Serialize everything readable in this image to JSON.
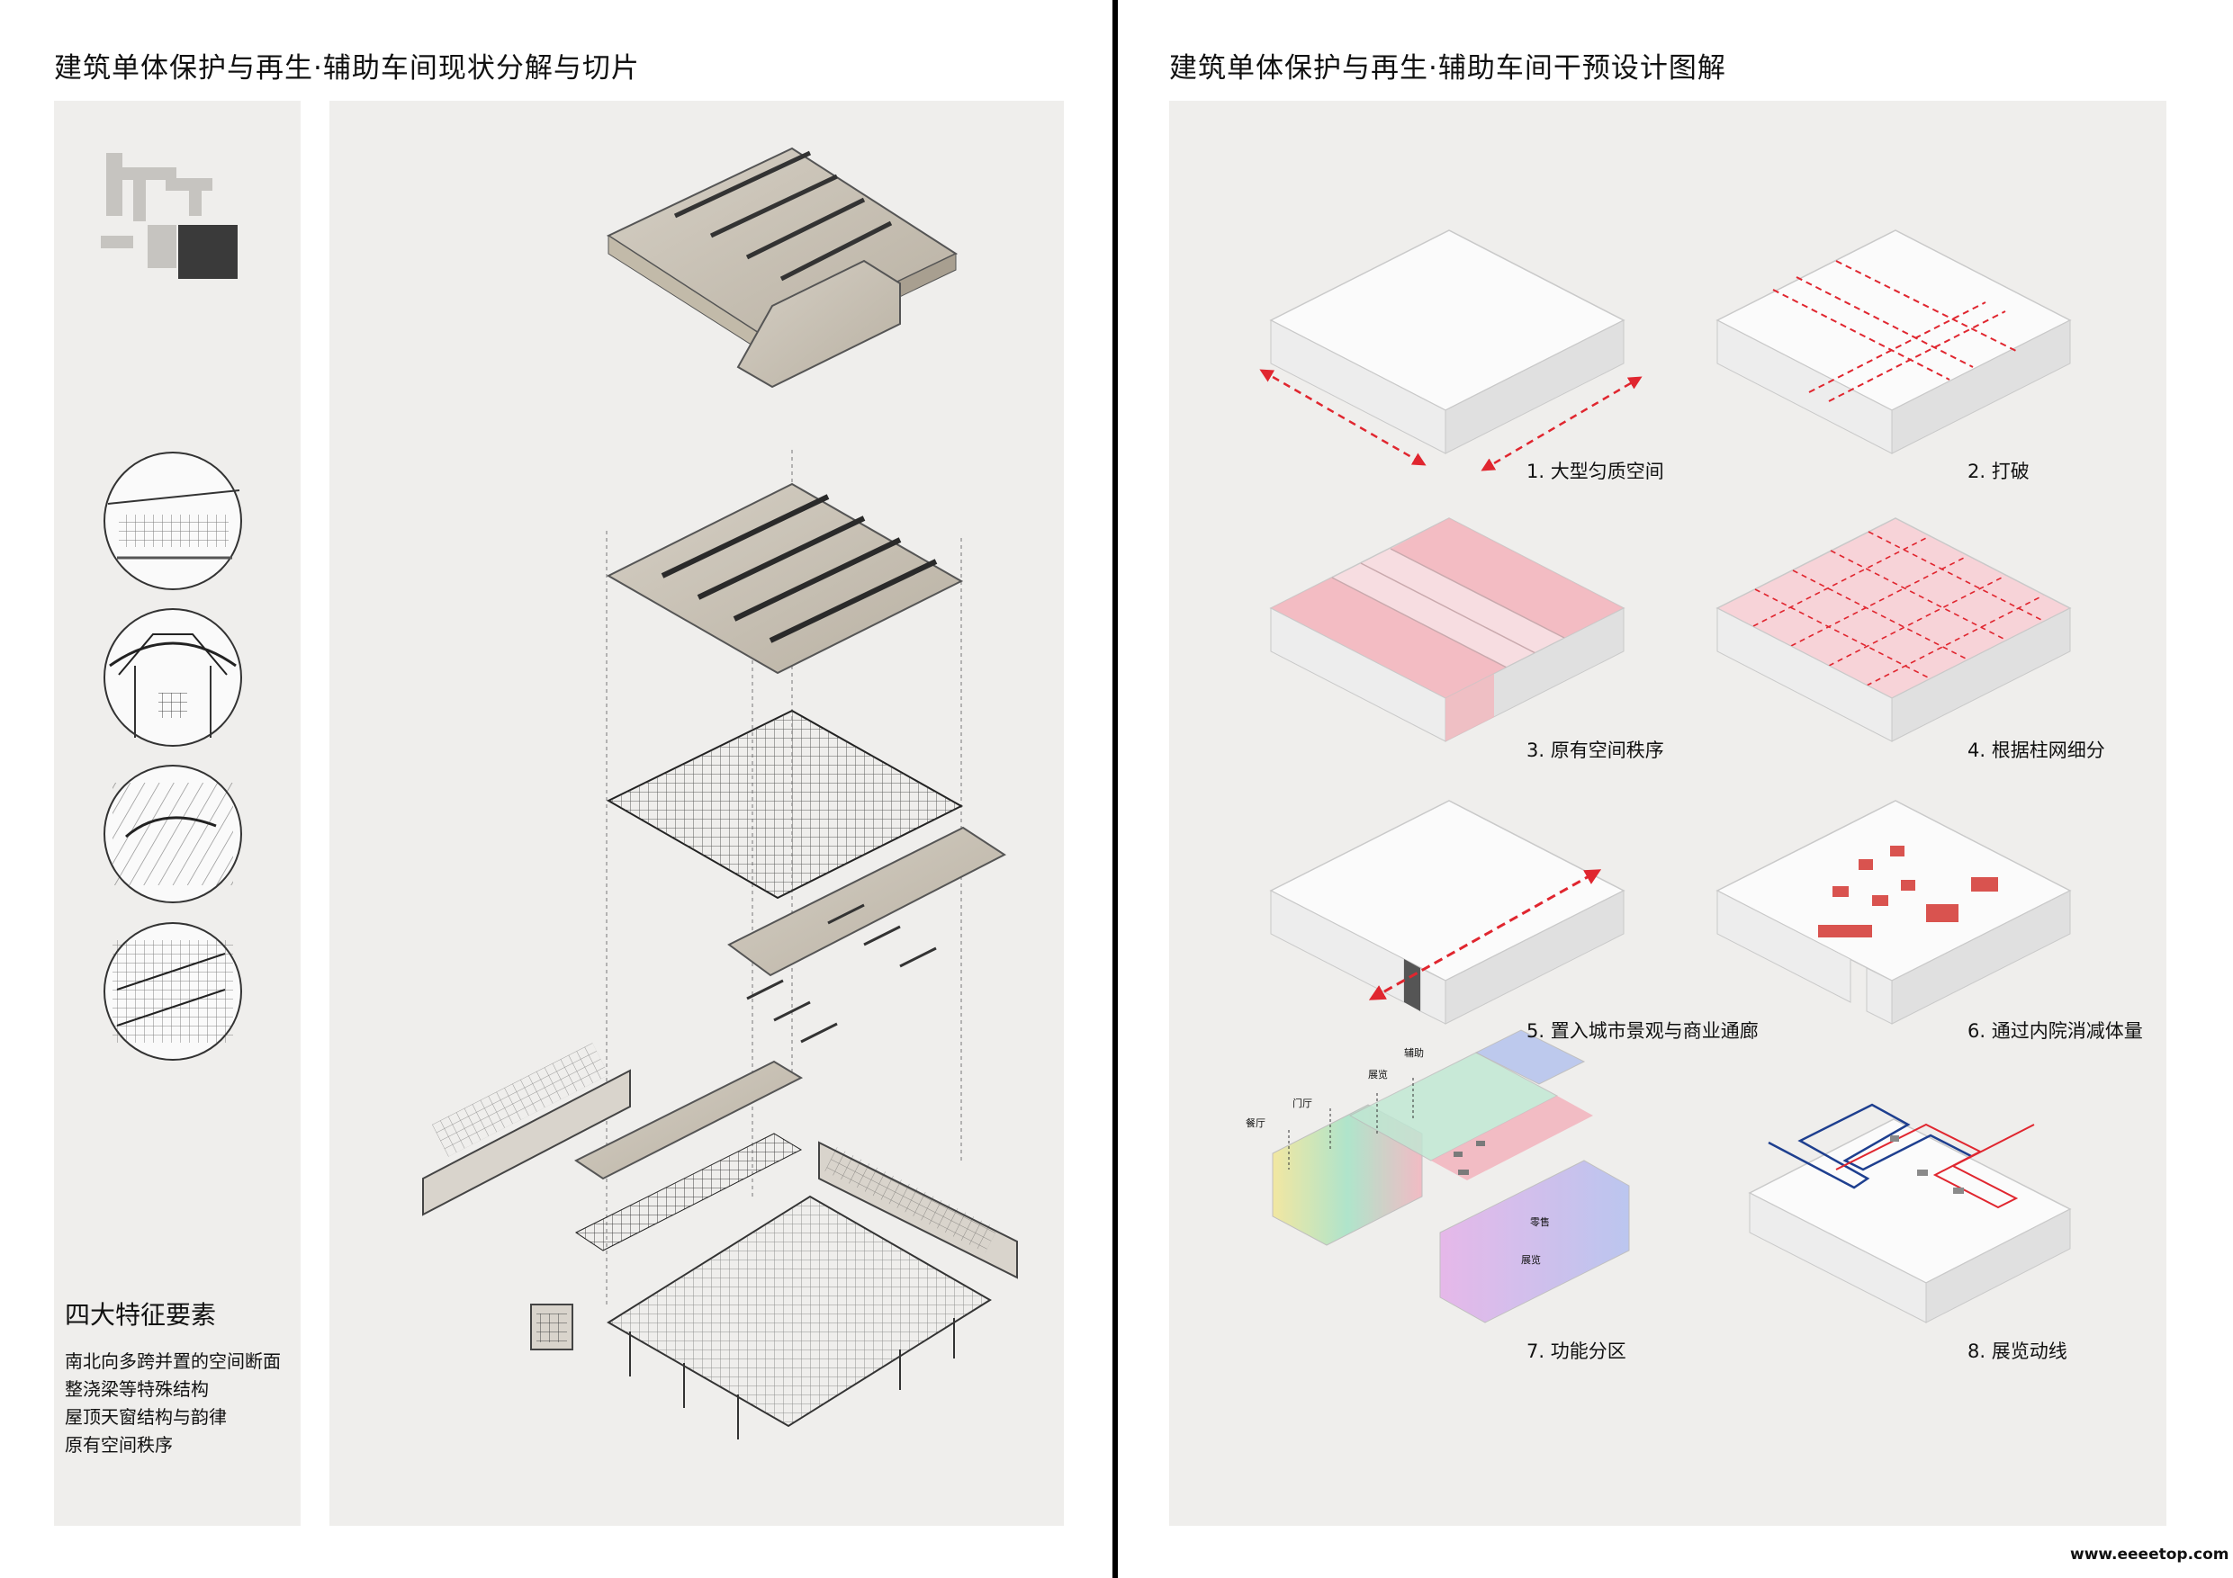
{
  "left_page": {
    "title": "建筑单体保护与再生·辅助车间现状分解与切片",
    "features": {
      "heading": "四大特征要素",
      "items": [
        "南北向多跨并置的空间断面",
        "整浇梁等特殊结构",
        "屋顶天窗结构与韵律",
        "原有空间秩序"
      ]
    }
  },
  "right_page": {
    "title": "建筑单体保护与再生·辅助车间干预设计图解",
    "steps": [
      {
        "label": "1. 大型匀质空间"
      },
      {
        "label": "2. 打破"
      },
      {
        "label": "3. 原有空间秩序"
      },
      {
        "label": "4. 根据柱网细分"
      },
      {
        "label": "5. 置入城市景观与商业通廊"
      },
      {
        "label": "6. 通过内院消减体量"
      },
      {
        "label": "7. 功能分区"
      },
      {
        "label": "8. 展览动线"
      }
    ],
    "zone_labels": [
      "餐厅",
      "门厅",
      "展览",
      "辅助",
      "零售",
      "展览"
    ]
  },
  "colors": {
    "panel_bg": "#efeeec",
    "accent_red": "#e0262f",
    "pink_fill": "#f2b6bd",
    "route_blue": "#1e3f8f"
  },
  "watermark": "www.eeeetop.com"
}
